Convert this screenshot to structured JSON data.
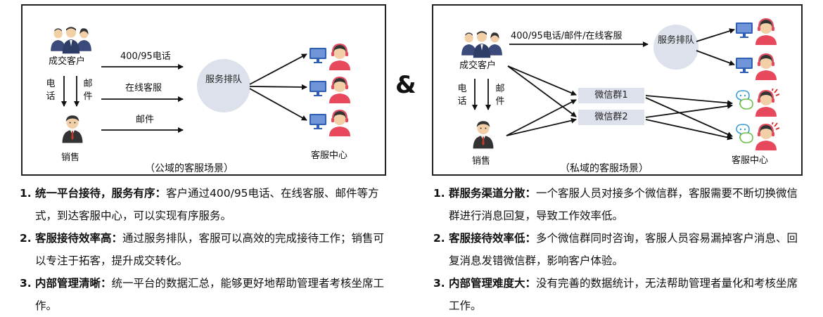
{
  "left_panel": {
    "customer_label": "成交客户",
    "sales_label": "销售",
    "phone_vertical": "电话",
    "mail_vertical": "邮件",
    "channels": [
      "400/95电话",
      "在线客服",
      "邮件"
    ],
    "queue_label": "服务排队",
    "service_center_label": "客服中心",
    "caption": "（公域的客服场景）"
  },
  "amp": "&",
  "right_panel": {
    "customer_label": "成交客户",
    "sales_label": "销售",
    "phone_vertical": "电话",
    "mail_vertical": "邮件",
    "channel_label": "400/95电话/邮件/在线客服",
    "queue_label": "服务排队",
    "groups": [
      "微信群1",
      "微信群2"
    ],
    "service_center_label": "客服中心",
    "caption": "（私域的客服场景）"
  },
  "left_notes": [
    {
      "num": "1.",
      "head": "统一平台接待，服务有序：",
      "body": "客户通过400/95电话、在线客服、邮件等方式，到达客服中心，可以实现有序服务。"
    },
    {
      "num": "2.",
      "head": "客服接待效率高：",
      "body": "通过服务排队，客服可以高效的完成接待工作；销售可以专注于拓客，提升成交转化。"
    },
    {
      "num": "3.",
      "head": "内部管理清晰：",
      "body": "统一平台的数据汇总，能够更好地帮助管理者考核坐席工作。"
    }
  ],
  "right_notes": [
    {
      "num": "1.",
      "head": "群服务渠道分散：",
      "body": "一个客服人员对接多个微信群，客服需要不断切换微信群进行消息回复，导致工作效率低。"
    },
    {
      "num": "2.",
      "head": "客服接待效率低：",
      "body": "多个微信群同时咨询，客服人员容易漏掉客户消息、回复消息发错微信群，影响客户体验。"
    },
    {
      "num": "3.",
      "head": "内部管理难度大：",
      "body": "没有完善的数据统计，无法帮助管理者量化和考核坐席工作。"
    }
  ],
  "colors": {
    "arrow": "#111111",
    "queue_bubble": "#dde1ec",
    "group_box": "#dde1ec",
    "people": "#3b4a7a",
    "agent_headset": "#e8485c",
    "monitor": "#2f5fb3",
    "alert": "#e02020"
  }
}
